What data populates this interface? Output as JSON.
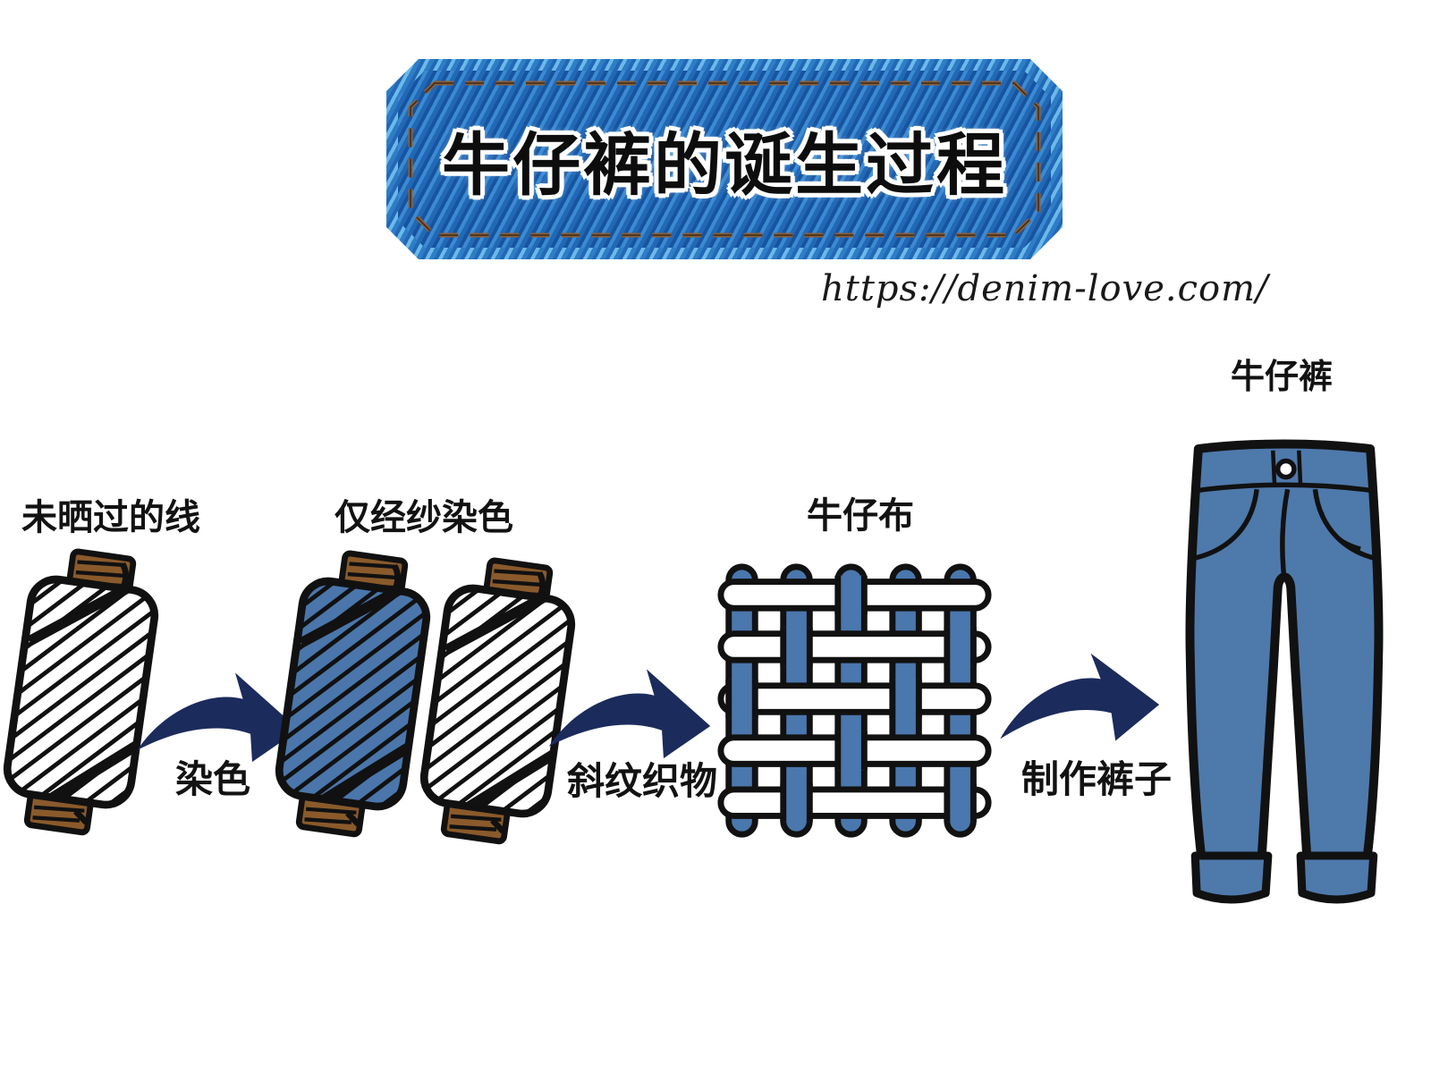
{
  "banner": {
    "title": "牛仔裤的诞生过程"
  },
  "source": {
    "url": "https://denim-love.com/"
  },
  "stages": [
    {
      "id": "undyed-thread",
      "label": "未晒过的线",
      "illustration": "white-thread-spool"
    },
    {
      "id": "warp-dyed",
      "label": "仅经纱染色",
      "illustration": "blue-and-white-thread-spools"
    },
    {
      "id": "denim-fabric",
      "label": "牛仔布",
      "illustration": "twill-weave"
    },
    {
      "id": "jeans",
      "label": "牛仔裤",
      "illustration": "blue-jeans"
    }
  ],
  "arrows": [
    {
      "label": "染色"
    },
    {
      "label": "斜纹织物"
    },
    {
      "label": "制作裤子"
    }
  ],
  "colors": {
    "banner_denim_light": "#6cb9e9",
    "banner_denim_dark": "#17549f",
    "stitch_brown": "#8a5f3a",
    "arrow_navy": "#1b2b5c",
    "yarn_blue": "#4a76ab",
    "jeans_blue": "#4e79ab",
    "cap_brown": "#8a5a2b",
    "ink": "#111111",
    "background": "#ffffff"
  }
}
